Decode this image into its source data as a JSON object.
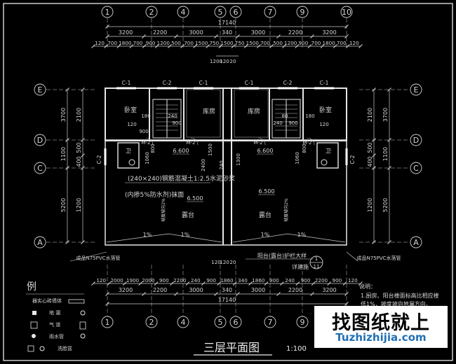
{
  "drawing": {
    "title": "三层平面图",
    "scale": "1:100",
    "legend_title": "例",
    "legend_items": [
      "器实心砖墙体",
      "地 漏",
      "气 道",
      "雨水管",
      "洗脸盆"
    ],
    "notes_title": "说明：",
    "notes_lines": [
      "1.厨房、阳台楼面标高比相应楼",
      "低1%，坡度坡向地漏方向。"
    ],
    "colors": {
      "background": "#000000",
      "frame": "#ffffff",
      "wall": "#e6e6e6",
      "text": "#d6d6d6",
      "dim": "#c8c8c8"
    }
  },
  "grid": {
    "columns": [
      "1",
      "2",
      "4",
      "5",
      "6",
      "7",
      "9",
      "10"
    ],
    "rows": [
      "E",
      "D",
      "C",
      "A"
    ]
  },
  "dimensions": {
    "top_overall": "17140",
    "top_spans": [
      "3200",
      "2200",
      "3000",
      "340",
      "3000",
      "2200",
      "3200"
    ],
    "top_detail": [
      "120",
      "700",
      "1800",
      "700",
      "900",
      "1200",
      "500",
      "700",
      "1500",
      "750",
      "1500",
      "750",
      "1500",
      "700",
      "500",
      "1200",
      "900",
      "700",
      "1800",
      "700",
      "120"
    ],
    "top_center": [
      "1200",
      "120",
      "20"
    ],
    "bottom_detail": [
      "120",
      "2000",
      "1900",
      "2000",
      "900",
      "2200",
      "240",
      "900",
      "1860",
      "340",
      "1860",
      "900",
      "240",
      "900",
      "2200",
      "900",
      "120"
    ],
    "bottom_spans": [
      "3200",
      "2200",
      "3000",
      "340",
      "3000",
      "2200",
      "3200"
    ],
    "bottom_overall": "17140",
    "bottom_center": [
      "120",
      "120",
      "20"
    ],
    "left_outer": [
      "3700",
      "1100",
      "5200"
    ],
    "left_inner": [
      "2100",
      "500",
      "400",
      "1200"
    ],
    "right_outer": [
      "3700",
      "1100",
      "5200"
    ],
    "right_inner": [
      "2100",
      "500",
      "400",
      "1200"
    ]
  },
  "rooms": {
    "bedroom": "卧室",
    "storage": "库房",
    "terrace": "露台",
    "toilet": "卫",
    "room_left": "卧室",
    "room_right": "卧室",
    "store_left": "库房",
    "store_right": "库房",
    "terrace_left": "露台",
    "terrace_right": "露台"
  },
  "labels": {
    "windows": [
      "C-1",
      "C-2",
      "C-1",
      "C-1",
      "C-2",
      "C-1"
    ],
    "side_windows": [
      "C-2",
      "C-2"
    ],
    "door_m2": [
      "M-2",
      "M-2",
      "M-2",
      "M-2"
    ],
    "elevation_upper": [
      "6.600",
      "6.600"
    ],
    "elevation_terrace": [
      "6.500",
      "6.500"
    ],
    "slope_labels": [
      "1%",
      "1%",
      "1%",
      "1%"
    ],
    "slope_vertical": [
      "坡度坡向2%",
      "坡度坡向2%"
    ],
    "note_curb": "(240×240)钢筋混凝土1:2.5水泥砂浆",
    "note_curb2": "(内掺5%防水剂)抹面",
    "downpipe_left": "成品N75PVC水落管",
    "downpipe_right": "成品N75PVC水落管",
    "railing": "阳台(露台)护栏大样",
    "detail_ref": "详建施",
    "detail_num": "1",
    "detail_sheet": "11",
    "small_dims": [
      "180",
      "120",
      "900",
      "240",
      "900",
      "80",
      "240",
      "900",
      "120",
      "180"
    ],
    "vert_small": [
      "1060",
      "800",
      "2400",
      "1500",
      "240",
      "1300",
      "1060",
      "800"
    ]
  },
  "watermark": {
    "cn": "找图纸就上",
    "url": "Tuzhizhijia.com"
  }
}
